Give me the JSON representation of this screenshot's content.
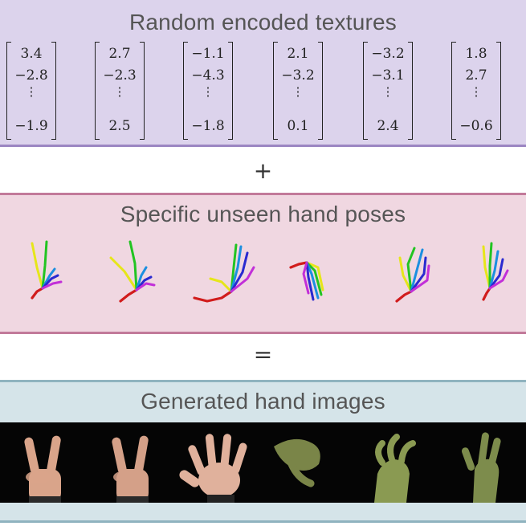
{
  "textures": {
    "title": "Random encoded textures",
    "vectors": [
      [
        "3.4",
        "−2.8",
        "−1.9"
      ],
      [
        "2.7",
        "−2.3",
        "2.5"
      ],
      [
        "−1.1",
        "−4.3",
        "−1.8"
      ],
      [
        "2.1",
        "−3.2",
        "0.1"
      ],
      [
        "−3.2",
        "−3.1",
        "2.4"
      ],
      [
        "1.8",
        "2.7",
        "−0.6"
      ]
    ],
    "ellipsis": "⋮"
  },
  "plus": "+",
  "poses": {
    "title": "Specific unseen hand poses",
    "count": 6
  },
  "equals": "=",
  "images": {
    "title": "Generated hand images",
    "tones": [
      {
        "skin": "#d9a48a",
        "kind": "v-sign"
      },
      {
        "skin": "#d4a088",
        "kind": "v-sign"
      },
      {
        "skin": "#e0b19c",
        "kind": "open-palm"
      },
      {
        "skin": "#7a8548",
        "kind": "curled"
      },
      {
        "skin": "#8a9a52",
        "kind": "claw"
      },
      {
        "skin": "#7d8c4c",
        "kind": "raised"
      }
    ]
  },
  "colors": {
    "textures_bg": "#dcd3ec",
    "poses_bg": "#f0d7e1",
    "images_bg": "#d5e4e9"
  }
}
